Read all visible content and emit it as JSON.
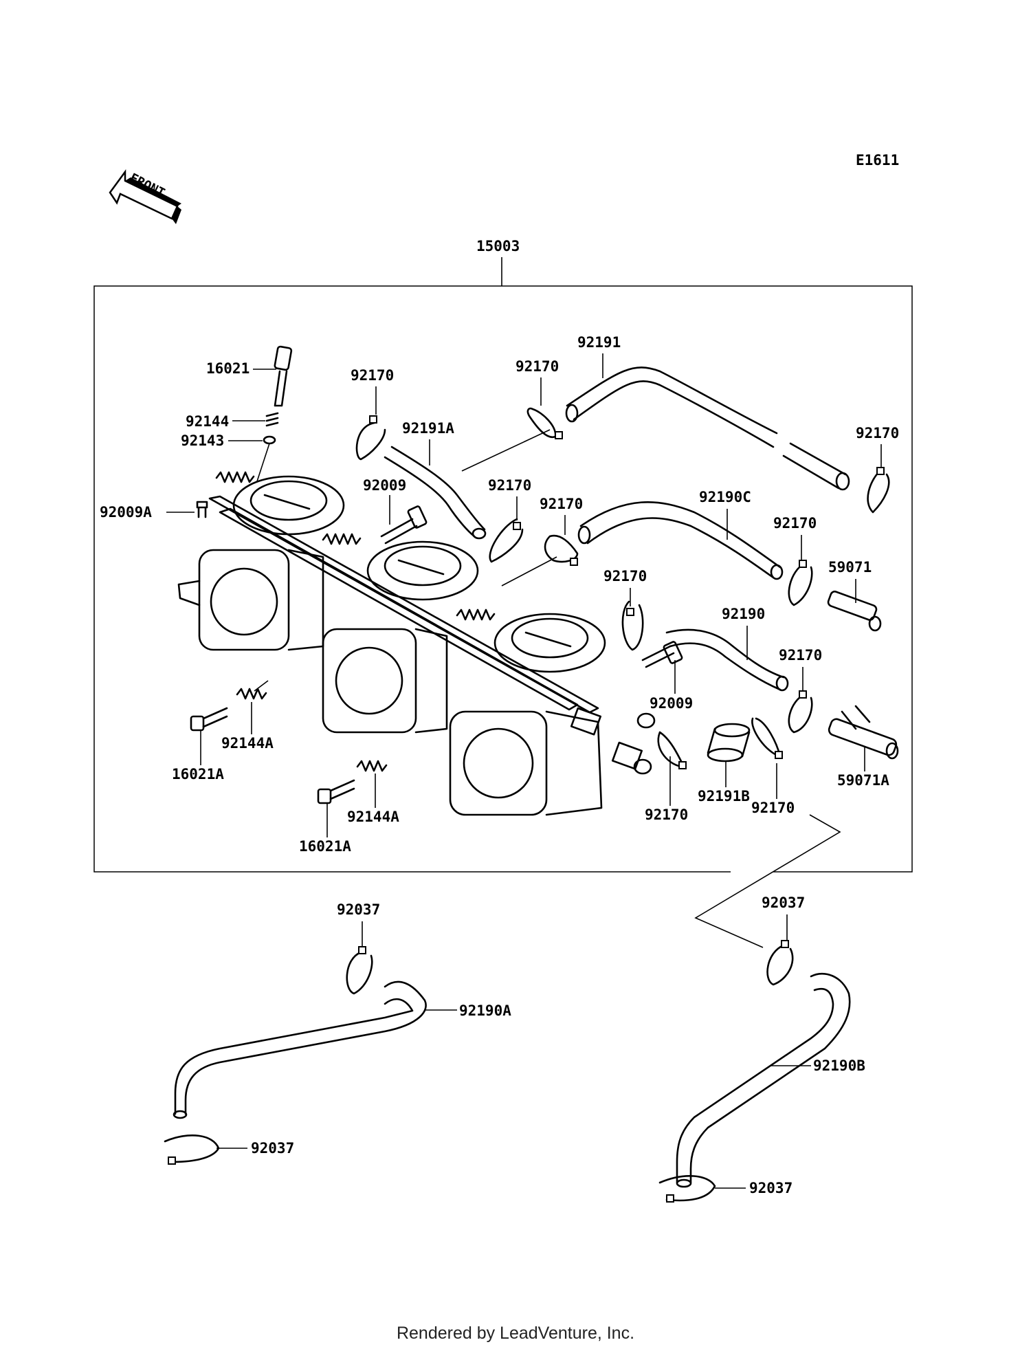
{
  "diagram_code": "E1611",
  "front_label": "FRONT",
  "footer": "Rendered by LeadVenture, Inc.",
  "labels": {
    "p15003": "15003",
    "p16021": "16021",
    "p92144": "92144",
    "p92143": "92143",
    "p92009A": "92009A",
    "p92009_top": "92009",
    "p92009_right": "92009",
    "p92170_a": "92170",
    "p92170_b": "92170",
    "p92170_c": "92170",
    "p92170_d": "92170",
    "p92170_e": "92170",
    "p92170_f": "92170",
    "p92170_g": "92170",
    "p92170_h": "92170",
    "p92170_i": "92170",
    "p92170_j": "92170",
    "p92191": "92191",
    "p92191A": "92191A",
    "p92191B": "92191B",
    "p92190C": "92190C",
    "p92190": "92190",
    "p59071": "59071",
    "p59071A": "59071A",
    "p92144A_1": "92144A",
    "p92144A_2": "92144A",
    "p16021A_1": "16021A",
    "p16021A_2": "16021A",
    "p92037_a": "92037",
    "p92037_b": "92037",
    "p92037_c": "92037",
    "p92037_d": "92037",
    "p92190A": "92190A",
    "p92190B": "92190B"
  }
}
